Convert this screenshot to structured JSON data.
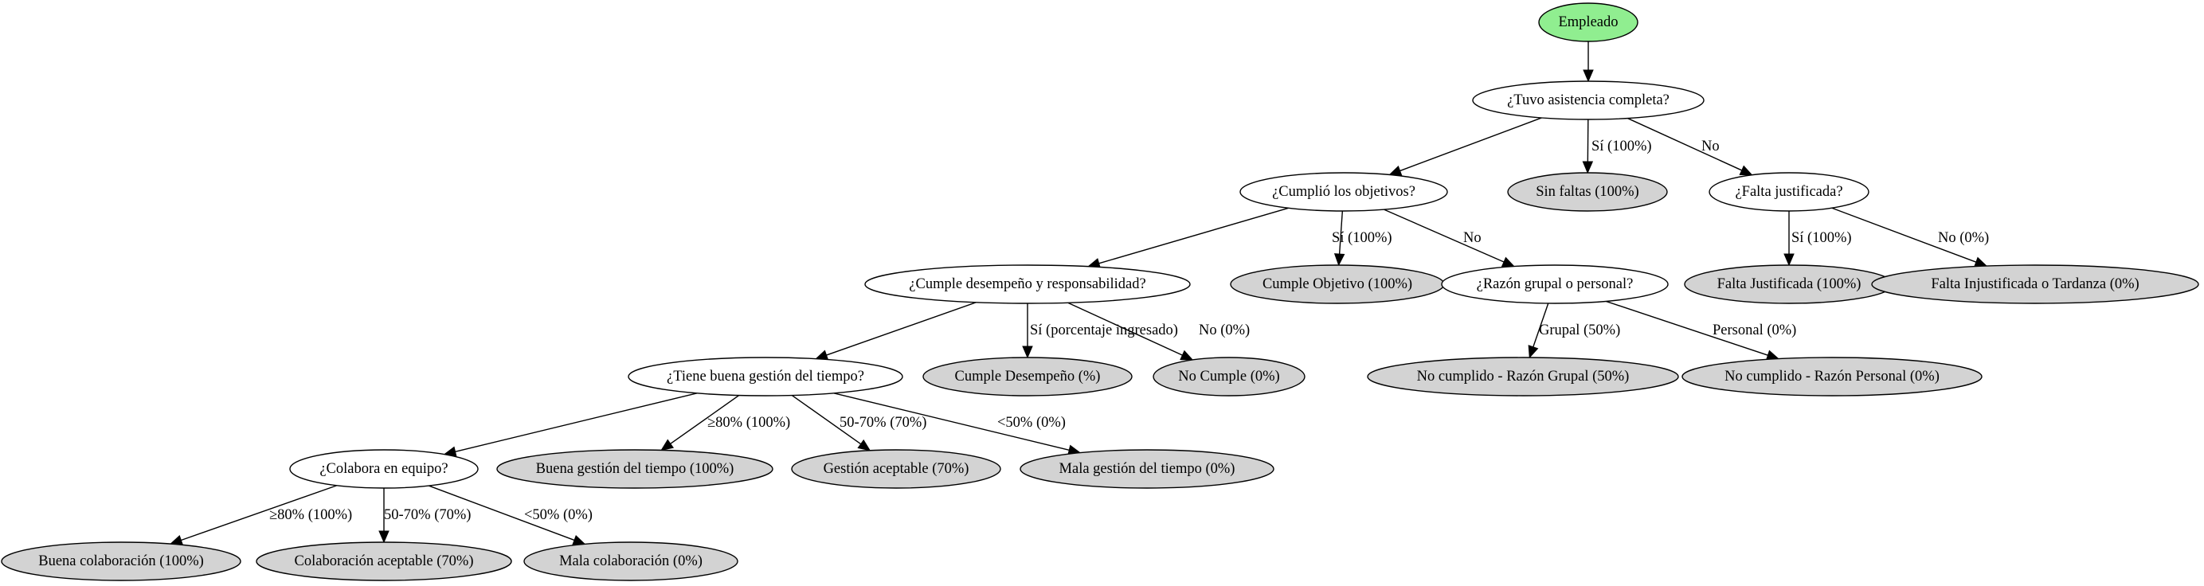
{
  "colors": {
    "root_fill": "#90ee90",
    "question_fill": "#ffffff",
    "outcome_fill": "#d3d3d3",
    "stroke": "#000000"
  },
  "nodes": {
    "empleado": {
      "label": "Empleado",
      "kind": "root"
    },
    "asistencia": {
      "label": "¿Tuvo asistencia completa?",
      "kind": "question"
    },
    "objetivos": {
      "label": "¿Cumplió los objetivos?",
      "kind": "question"
    },
    "sin_faltas": {
      "label": "Sin faltas (100%)",
      "kind": "outcome"
    },
    "falta_justificada": {
      "label": "¿Falta justificada?",
      "kind": "question"
    },
    "desempeno": {
      "label": "¿Cumple desempeño y responsabilidad?",
      "kind": "question"
    },
    "cumple_objetivo": {
      "label": "Cumple Objetivo (100%)",
      "kind": "outcome"
    },
    "razon": {
      "label": "¿Razón grupal o personal?",
      "kind": "question"
    },
    "falta_just_100": {
      "label": "Falta Justificada (100%)",
      "kind": "outcome"
    },
    "falta_injust": {
      "label": "Falta Injustificada o Tardanza (0%)",
      "kind": "outcome"
    },
    "tiempo": {
      "label": "¿Tiene buena gestión del tiempo?",
      "kind": "question"
    },
    "cumple_desempeno": {
      "label": "Cumple Desempeño (%)",
      "kind": "outcome"
    },
    "no_cumple": {
      "label": "No Cumple (0%)",
      "kind": "outcome"
    },
    "razon_grupal": {
      "label": "No cumplido - Razón Grupal (50%)",
      "kind": "outcome"
    },
    "razon_personal": {
      "label": "No cumplido - Razón Personal (0%)",
      "kind": "outcome"
    },
    "colabora": {
      "label": "¿Colabora en equipo?",
      "kind": "question"
    },
    "buena_gestion": {
      "label": "Buena gestión del tiempo (100%)",
      "kind": "outcome"
    },
    "gestion_aceptable": {
      "label": "Gestión aceptable (70%)",
      "kind": "outcome"
    },
    "mala_gestion": {
      "label": "Mala gestión del tiempo (0%)",
      "kind": "outcome"
    },
    "buena_colab": {
      "label": "Buena colaboración (100%)",
      "kind": "outcome"
    },
    "colab_aceptable": {
      "label": "Colaboración aceptable (70%)",
      "kind": "outcome"
    },
    "mala_colab": {
      "label": "Mala colaboración (0%)",
      "kind": "outcome"
    }
  },
  "edges": [
    {
      "from": "empleado",
      "to": "asistencia",
      "label": ""
    },
    {
      "from": "asistencia",
      "to": "objetivos",
      "label": ""
    },
    {
      "from": "asistencia",
      "to": "sin_faltas",
      "label": "Sí (100%)"
    },
    {
      "from": "asistencia",
      "to": "falta_justificada",
      "label": "No"
    },
    {
      "from": "objetivos",
      "to": "desempeno",
      "label": ""
    },
    {
      "from": "objetivos",
      "to": "cumple_objetivo",
      "label": "Sí (100%)"
    },
    {
      "from": "objetivos",
      "to": "razon",
      "label": "No"
    },
    {
      "from": "falta_justificada",
      "to": "falta_just_100",
      "label": "Sí (100%)"
    },
    {
      "from": "falta_justificada",
      "to": "falta_injust",
      "label": "No (0%)"
    },
    {
      "from": "desempeno",
      "to": "tiempo",
      "label": ""
    },
    {
      "from": "desempeno",
      "to": "cumple_desempeno",
      "label": "Sí (porcentaje ingresado)"
    },
    {
      "from": "desempeno",
      "to": "no_cumple",
      "label": "No (0%)"
    },
    {
      "from": "razon",
      "to": "razon_grupal",
      "label": "Grupal (50%)"
    },
    {
      "from": "razon",
      "to": "razon_personal",
      "label": "Personal (0%)"
    },
    {
      "from": "tiempo",
      "to": "colabora",
      "label": ""
    },
    {
      "from": "tiempo",
      "to": "buena_gestion",
      "label": "≥80% (100%)"
    },
    {
      "from": "tiempo",
      "to": "gestion_aceptable",
      "label": "50-70% (70%)"
    },
    {
      "from": "tiempo",
      "to": "mala_gestion",
      "label": "<50% (0%)"
    },
    {
      "from": "colabora",
      "to": "buena_colab",
      "label": "≥80% (100%)"
    },
    {
      "from": "colabora",
      "to": "colab_aceptable",
      "label": "50-70% (70%)"
    },
    {
      "from": "colabora",
      "to": "mala_colab",
      "label": "<50% (0%)"
    }
  ]
}
